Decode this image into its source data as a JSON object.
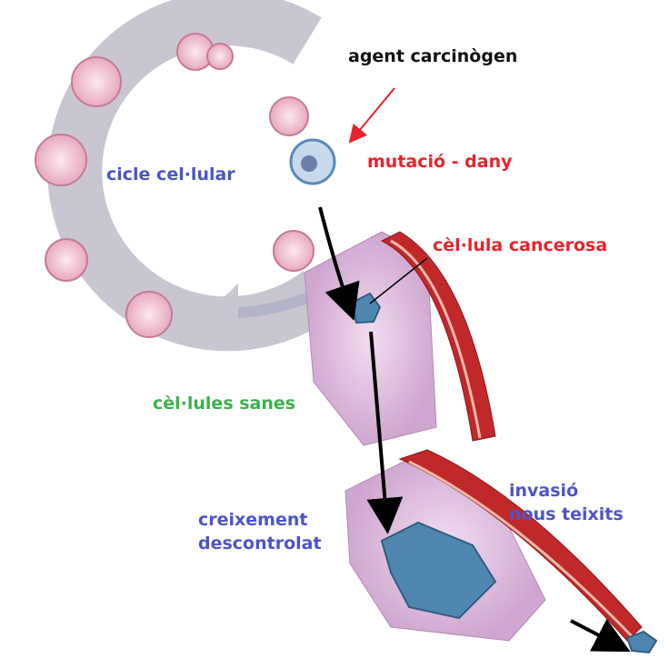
{
  "colors": {
    "black_label": "#111111",
    "red_label": "#e8232a",
    "blue_label": "#4b55c8",
    "green_label": "#3cb24a",
    "cycle_ring": "#c9c6d2",
    "vessel_red": "#c0282a",
    "cancer_blue": "#4f86b0"
  },
  "labels": {
    "agent": "agent carcinògen",
    "mutation": "mutació - dany",
    "cell_cycle": "cicle cel·lular",
    "cancer_cell": "cèl·lula cancerosa",
    "healthy_cells": "cèl·lules sanes",
    "growth_line1": "creixement",
    "growth_line2": "descontrolat",
    "invasion_line1": "invasió",
    "invasion_line2": "nous teixits"
  }
}
